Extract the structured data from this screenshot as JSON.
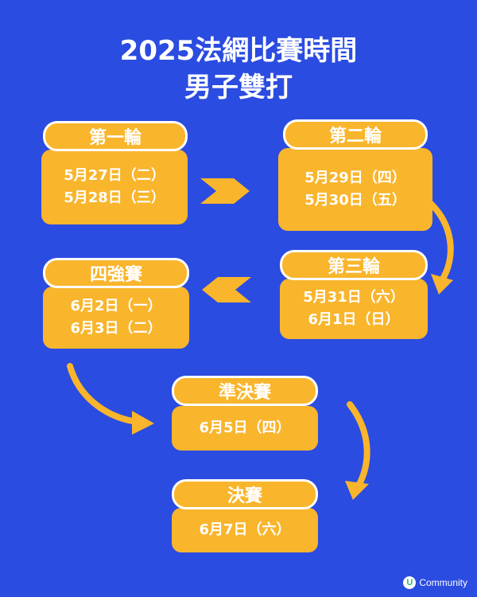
{
  "title": {
    "line1": "2025法網比賽時間",
    "line2": "男子雙打"
  },
  "rounds": [
    {
      "name": "第一輪",
      "dates": [
        "5月27日（二）",
        "5月28日（三）"
      ]
    },
    {
      "name": "第二輪",
      "dates": [
        "5月29日（四）",
        "5月30日（五）"
      ]
    },
    {
      "name": "第三輪",
      "dates": [
        "5月31日（六）",
        "6月1日（日）"
      ]
    },
    {
      "name": "四強賽",
      "dates": [
        "6月2日（一）",
        "6月3日（二）"
      ]
    },
    {
      "name": "準決賽",
      "dates": [
        "6月5日（四）"
      ]
    },
    {
      "name": "決賽",
      "dates": [
        "6月7日（六）"
      ]
    }
  ],
  "logo": {
    "badge": "U",
    "text": "Community"
  },
  "colors": {
    "background": "#2b4ce0",
    "accent": "#f9b52c",
    "text": "#ffffff"
  }
}
